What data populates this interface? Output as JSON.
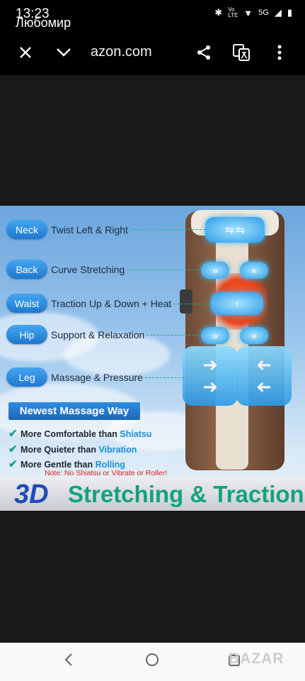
{
  "status_bar": {
    "time": "13:23",
    "carrier_name": "Любомир",
    "icons": [
      "bluetooth",
      "volte",
      "wifi",
      "5G",
      "signal",
      "battery"
    ],
    "network": "5G"
  },
  "toolbar": {
    "url": "azon.com"
  },
  "banner": {
    "parts": [
      {
        "tag": "Neck",
        "desc": "Twist Left & Right"
      },
      {
        "tag": "Back",
        "desc": "Curve Stretching"
      },
      {
        "tag": "Waist",
        "desc": "Traction Up & Down + Heat"
      },
      {
        "tag": "Hip",
        "desc": "Support & Relaxation"
      },
      {
        "tag": "Leg",
        "desc": "Massage & Pressure"
      }
    ],
    "newest_label": "Newest Massage Way",
    "features": [
      {
        "text": "More Comfortable than ",
        "highlight": "Shiatsu"
      },
      {
        "text": "More Quieter than ",
        "highlight": "Vibration"
      },
      {
        "text": "More Gentle than ",
        "highlight": "Rolling"
      }
    ],
    "note": "Note: No Shiatsu or Vibrate or Roller!",
    "headline_3d": "3D",
    "headline": "Stretching & Traction"
  },
  "watermark": "BAZAR",
  "colors": {
    "accent_blue": "#1f78d1",
    "accent_green": "#14a37c",
    "note_red": "#e21d1d"
  }
}
